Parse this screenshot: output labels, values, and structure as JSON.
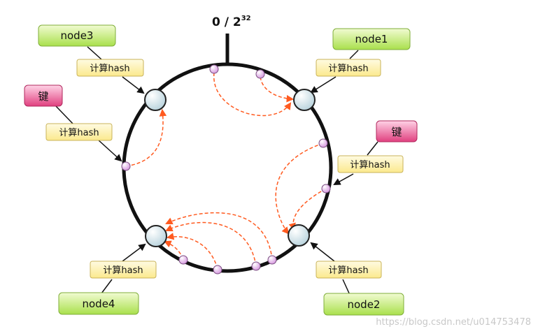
{
  "ring_label": {
    "base": "0 / 2",
    "exponent": "32"
  },
  "hash_label": "计算hash",
  "nodes": [
    {
      "id": "node1",
      "label": "node1"
    },
    {
      "id": "node2",
      "label": "node2"
    },
    {
      "id": "node3",
      "label": "node3"
    },
    {
      "id": "node4",
      "label": "node4"
    }
  ],
  "keys": [
    {
      "label": "键"
    },
    {
      "label": "键"
    }
  ],
  "colors": {
    "node_box": "#c8ef7a",
    "hash_box": "#fff3b0",
    "key_box": "#e8558f",
    "ring": "#111111",
    "arrow": "#ff5a1f",
    "key_point": "#e6b8ea"
  },
  "watermark": "https://blog.csdn.net/u014753478"
}
